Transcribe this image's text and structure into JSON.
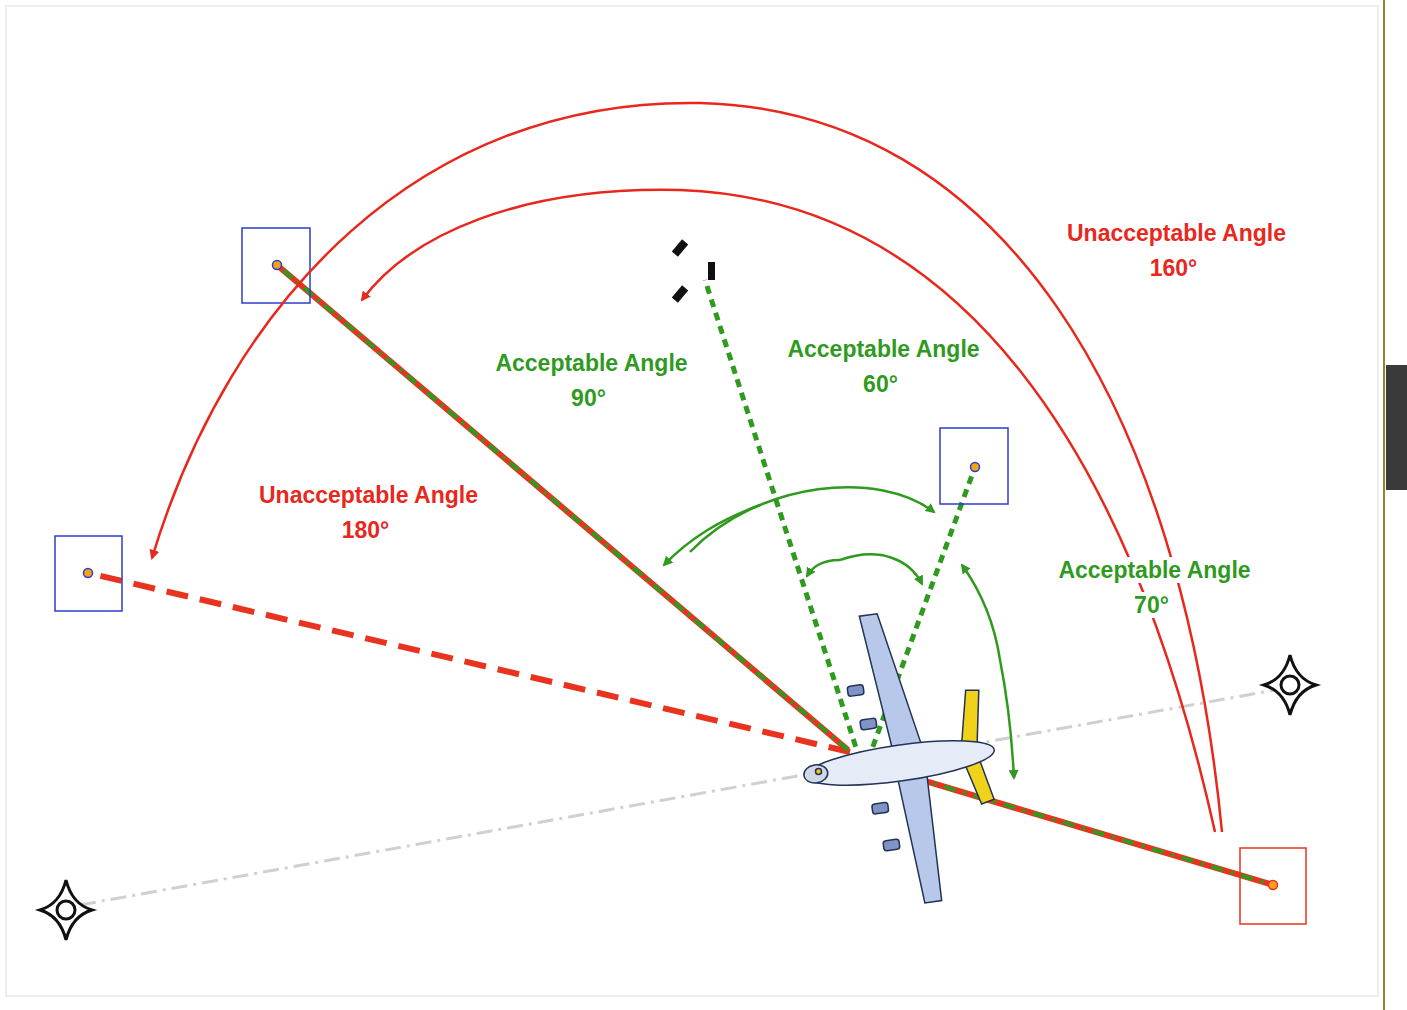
{
  "diagram": {
    "labels": [
      "Unacceptable Angle 160°",
      "Acceptable Angle 90°",
      "Acceptable Angle 60°",
      "Unacceptable Angle 180°",
      "Acceptable Angle 70°"
    ]
  }
}
